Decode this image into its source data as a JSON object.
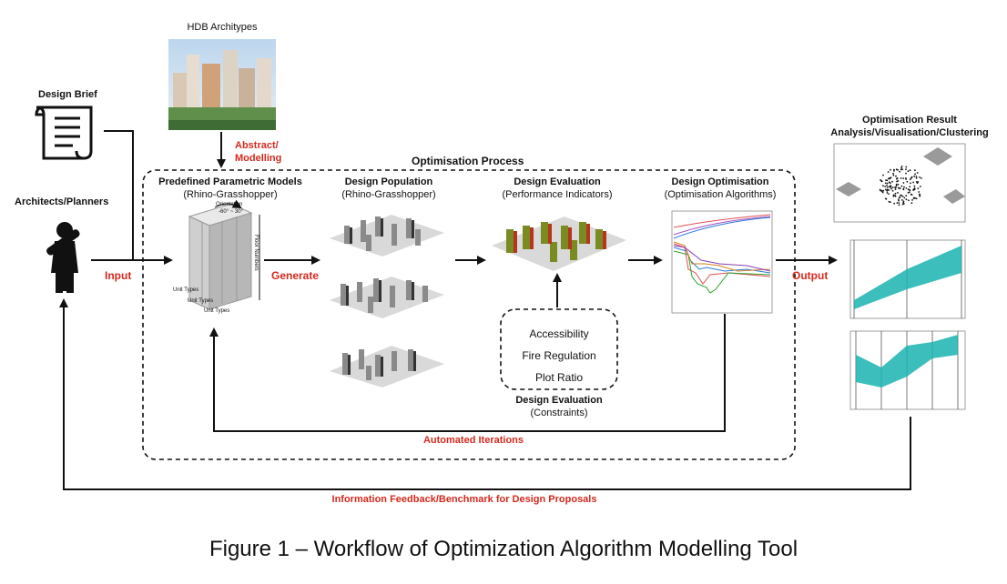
{
  "hdb_label": "HDB Architypes",
  "abstract_label": "Abstract/\nModelling",
  "design_brief_label": "Design Brief",
  "architects_label": "Architects/Planners",
  "input_label": "Input",
  "generate_label": "Generate",
  "output_label": "Output",
  "optimisation_process_label": "Optimisation Process",
  "stage1_title": "Predefined Parametric Models",
  "stage1_sub": "(Rhino-Grasshopper)",
  "stage2_title": "Design Population",
  "stage2_sub": "(Rhino-Grasshopper)",
  "stage3_title": "Design Evaluation",
  "stage3_sub": "(Performance Indicators)",
  "stage4_title": "Design Optimisation",
  "stage4_sub": "(Optimisation Algorithms)",
  "constraints": [
    "Accessibility",
    "Fire Regulation",
    "Plot Ratio"
  ],
  "constraints_title": "Design Evaluation",
  "constraints_sub": "(Constraints)",
  "automated_label": "Automated Iterations",
  "feedback_label": "Information Feedback/Benchmark for Design Proposals",
  "result_title": "Optimisation Result",
  "result_sub": "Analysis/Visualisation/Clustering",
  "model_labels": [
    "Orientation",
    "-60° ~ 30°",
    "Floor Numbers",
    "Unit Types",
    "Unit Types",
    "Unit Types"
  ],
  "caption": "Figure 1 – Workflow of Optimization Algorithm Modelling Tool",
  "colors": {
    "red": "#d42a1e",
    "teal": "#19b3b0"
  }
}
